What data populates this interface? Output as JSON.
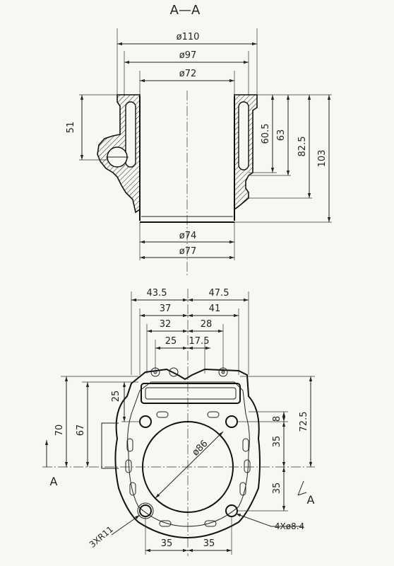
{
  "section_title": "A—A",
  "section_view": {
    "dims": {
      "d110": "ø110",
      "d97": "ø97",
      "d72": "ø72",
      "d74": "ø74",
      "d77": "ø77",
      "h51": "51",
      "h60_5": "60.5",
      "h63": "63",
      "h82_5": "82.5",
      "h103": "103"
    }
  },
  "plan_view": {
    "dims": {
      "w43_5": "43.5",
      "w47_5": "47.5",
      "w37": "37",
      "w41": "41",
      "w32": "32",
      "w28": "28",
      "w25": "25",
      "w17_5": "17.5",
      "v25": "25",
      "v70": "70",
      "v67": "67",
      "v8": "8",
      "v72_5": "72.5",
      "v35a": "35",
      "v35b": "35",
      "d86": "ø86",
      "b35a": "35",
      "b35b": "35",
      "r11": "3XR11",
      "holes": "4Xø8.4"
    },
    "section_mark_left": "A",
    "section_mark_right": "A"
  }
}
